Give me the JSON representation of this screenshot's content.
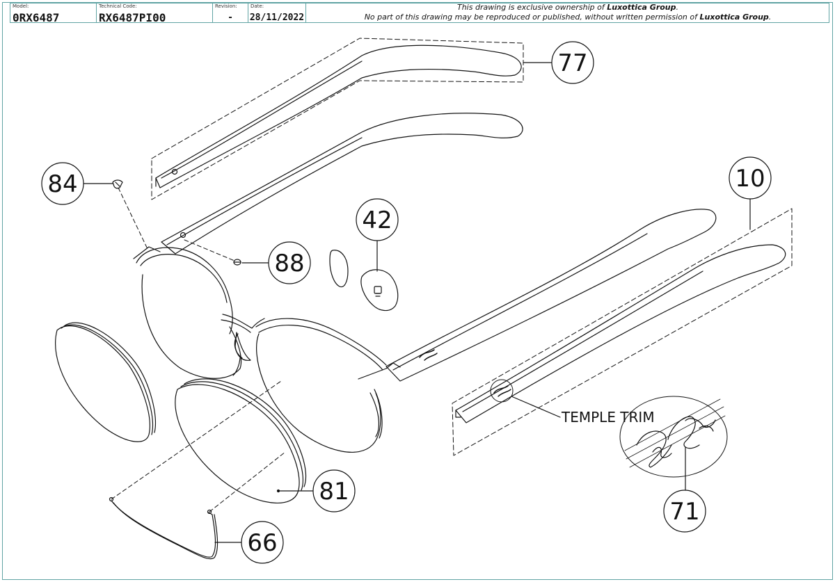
{
  "title_block": {
    "model_label": "Model:",
    "model_value": "0RX6487",
    "technical_code_label": "Technical Code:",
    "technical_code_value": "RX6487PI00",
    "revision_label": "Revision:",
    "revision_value": "-",
    "date_label": "Date:",
    "date_value": "28/11/2022",
    "notice_line1_prefix": "This drawing is exclusive ownership of ",
    "notice_line1_owner": "Luxottica Group",
    "notice_line1_suffix": ".",
    "notice_line2_prefix": "No part of this drawing may be reproduced or published, without written permission of ",
    "notice_line2_owner": "Luxottica Group",
    "notice_line2_suffix": "."
  },
  "callouts": {
    "c77": "77",
    "c84": "84",
    "c42": "42",
    "c10": "10",
    "c88": "88",
    "c81": "81",
    "c71": "71",
    "c66": "66"
  },
  "labels": {
    "temple_trim": "TEMPLE TRIM"
  },
  "colors": {
    "frame_border": "#5fa3a3",
    "line": "#111111"
  }
}
